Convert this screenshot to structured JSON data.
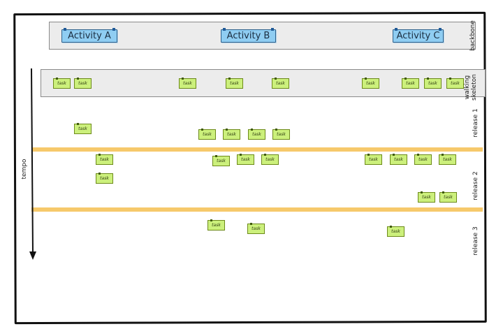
{
  "activities": [
    "Activity A",
    "Activity B",
    "Activity C"
  ],
  "task_label": "task",
  "row_labels": {
    "backbone": "backbone",
    "walking_skeleton_line1": "walking",
    "walking_skeleton_line2": "skeleton",
    "release1": "release 1",
    "release2": "release 2",
    "release3": "release 3"
  },
  "axis_label": "tempo",
  "colors": {
    "activity_fill": "#8fcdf2",
    "task_fill": "#ccf07c",
    "divider": "#f6c96b",
    "band": "#ececec"
  }
}
